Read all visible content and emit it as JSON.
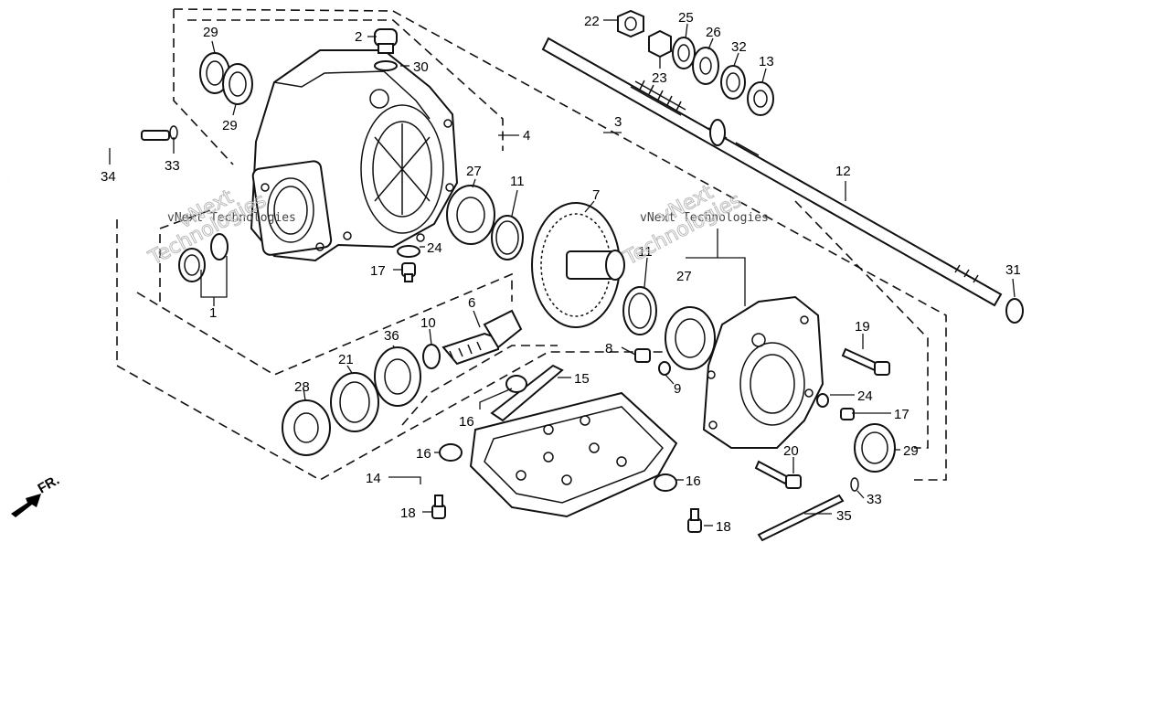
{
  "watermark": {
    "line_small": "vNext Technologies",
    "line_large_1": "vNext",
    "line_large_2": "Technologies"
  },
  "front_marker": "FR.",
  "callouts": [
    {
      "id": "c22a",
      "label": "22"
    },
    {
      "id": "c25",
      "label": "25"
    },
    {
      "id": "c26",
      "label": "26"
    },
    {
      "id": "c32",
      "label": "32"
    },
    {
      "id": "c13",
      "label": "13"
    },
    {
      "id": "c23",
      "label": "23"
    },
    {
      "id": "c2",
      "label": "2"
    },
    {
      "id": "c30",
      "label": "30"
    },
    {
      "id": "c29a",
      "label": "29"
    },
    {
      "id": "c29b",
      "label": "29"
    },
    {
      "id": "c4",
      "label": "4"
    },
    {
      "id": "c3",
      "label": "3"
    },
    {
      "id": "c12",
      "label": "12"
    },
    {
      "id": "c34",
      "label": "34"
    },
    {
      "id": "c33a",
      "label": "33"
    },
    {
      "id": "c27a",
      "label": "27"
    },
    {
      "id": "c11a",
      "label": "11"
    },
    {
      "id": "c7",
      "label": "7"
    },
    {
      "id": "c24a",
      "label": "24"
    },
    {
      "id": "c17a",
      "label": "17"
    },
    {
      "id": "c1",
      "label": "1"
    },
    {
      "id": "c11b",
      "label": "11"
    },
    {
      "id": "c27b",
      "label": "27"
    },
    {
      "id": "c31",
      "label": "31"
    },
    {
      "id": "c6",
      "label": "6"
    },
    {
      "id": "c10",
      "label": "10"
    },
    {
      "id": "c36",
      "label": "36"
    },
    {
      "id": "c21",
      "label": "21"
    },
    {
      "id": "c28",
      "label": "28"
    },
    {
      "id": "c8",
      "label": "8"
    },
    {
      "id": "c9",
      "label": "9"
    },
    {
      "id": "c19",
      "label": "19"
    },
    {
      "id": "c15",
      "label": "15"
    },
    {
      "id": "c16a",
      "label": "16"
    },
    {
      "id": "c24b",
      "label": "24"
    },
    {
      "id": "c17b",
      "label": "17"
    },
    {
      "id": "c29c",
      "label": "29"
    },
    {
      "id": "c16b",
      "label": "16"
    },
    {
      "id": "c20",
      "label": "20"
    },
    {
      "id": "c14",
      "label": "14"
    },
    {
      "id": "c16c",
      "label": "16"
    },
    {
      "id": "c33b",
      "label": "33"
    },
    {
      "id": "c18a",
      "label": "18"
    },
    {
      "id": "c35",
      "label": "35"
    },
    {
      "id": "c18b",
      "label": "18"
    }
  ]
}
